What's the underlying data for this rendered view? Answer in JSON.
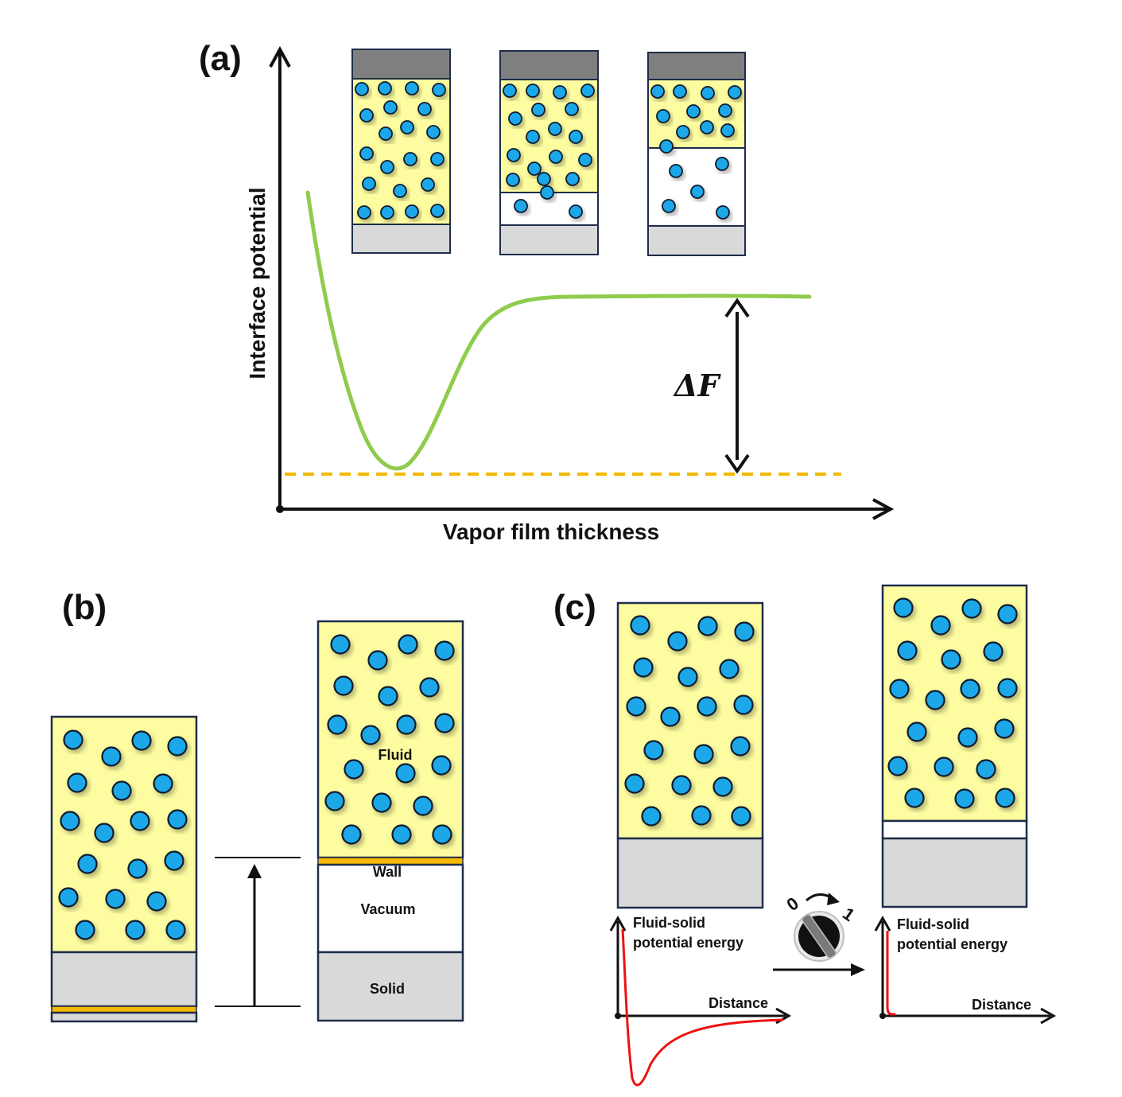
{
  "panels": {
    "a": {
      "label": "(a)",
      "ylabel": "Interface potential",
      "xlabel": "Vapor film thickness",
      "delta_label": "ΔF"
    },
    "b": {
      "label": "(b)",
      "labels": {
        "fluid": "Fluid",
        "wall": "Wall",
        "vacuum": "Vacuum",
        "solid": "Solid"
      }
    },
    "c": {
      "label": "(c)",
      "ylabel_line1": "Fluid-solid",
      "ylabel_line2": "potential energy",
      "xlabel": "Distance",
      "switch_off": "0",
      "switch_on": "1"
    }
  },
  "colors": {
    "fluid": "#fdfca0",
    "particle": "#1aa7e8",
    "solid": "#d9d9d9",
    "top_plate": "#7f7f7f",
    "outline": "#1f2d4a",
    "curve": "#8fcc4d",
    "baseline": "#f5b800",
    "wall": "#f5b800",
    "potential": "#ee1111"
  }
}
